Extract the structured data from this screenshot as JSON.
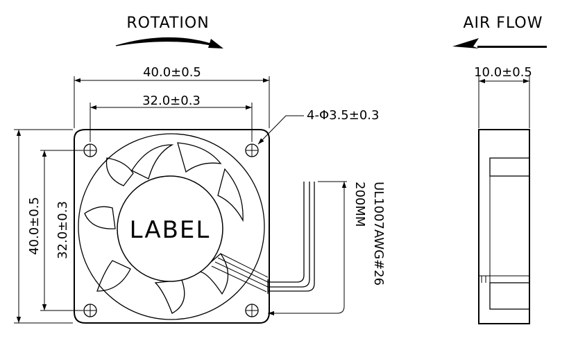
{
  "labels": {
    "rotation": "ROTATION",
    "air_flow": "AIR FLOW",
    "width_outer": "40.0±0.5",
    "width_holes": "32.0±0.3",
    "hole_spec": "4-Φ3.5±0.3",
    "height_outer": "40.0±0.5",
    "height_holes": "32.0±0.3",
    "thickness": "10.0±0.5",
    "hub_label": "LABEL",
    "wire_spec": "UL1007AWG#26",
    "wire_length": "200MM"
  }
}
